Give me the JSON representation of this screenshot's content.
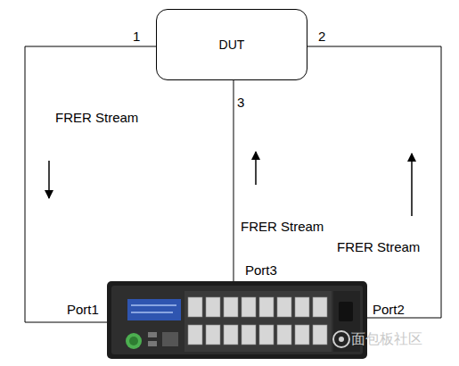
{
  "diagram": {
    "nodes": [
      {
        "text": [
          "DUT"
        ]
      },
      {
        "text": [
          "Port3",
          "Port1",
          "Port2"
        ]
      }
    ],
    "edges": [
      {
        "from": 0,
        "to": 1,
        "arrow": "none"
      },
      {
        "from": 0,
        "to": 1,
        "arrow": "none"
      },
      {
        "from": 0,
        "to": 1,
        "arrow": "none"
      }
    ],
    "labels": [
      "1",
      "2",
      "3",
      "FRER Stream",
      "FRER Stream",
      "FRER Stream",
      "面包板社区"
    ]
  }
}
